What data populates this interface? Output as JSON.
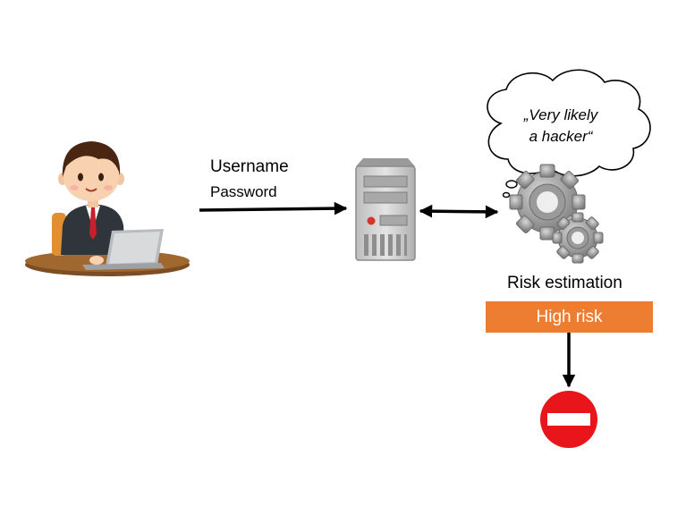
{
  "credentials": {
    "username_label": "Username",
    "password_label": "Password"
  },
  "thought_bubble": {
    "line1": "„Very likely",
    "line2": "a hacker“"
  },
  "risk": {
    "label": "Risk estimation",
    "level": "High risk",
    "badge_color": "#ed7d31"
  },
  "icons": [
    "user-at-laptop-icon",
    "server-icon",
    "gears-icon",
    "thought-cloud-icon",
    "no-entry-icon"
  ],
  "colors": {
    "no_entry": "#e8161b",
    "arrow": "#000000"
  }
}
